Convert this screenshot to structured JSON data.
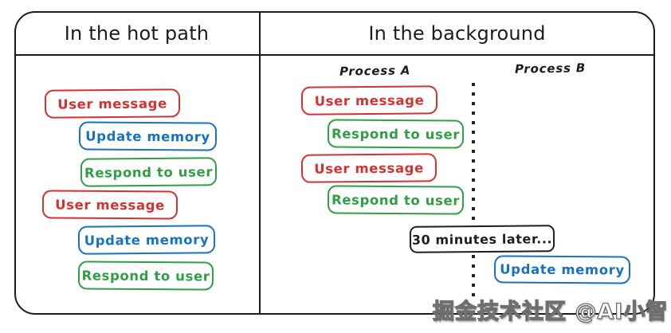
{
  "colors": {
    "red": "#d23230",
    "blue": "#1971c2",
    "green": "#2f9e44",
    "black": "#1e1e1e",
    "frame": "#1c1c1c"
  },
  "hot_path": {
    "title": "In the hot path",
    "boxes": [
      {
        "label": "User message",
        "color": "red"
      },
      {
        "label": "Update memory",
        "color": "blue"
      },
      {
        "label": "Respond to user",
        "color": "green"
      },
      {
        "label": "User message",
        "color": "red"
      },
      {
        "label": "Update memory",
        "color": "blue"
      },
      {
        "label": "Respond to user",
        "color": "green"
      }
    ]
  },
  "background": {
    "title": "In the background",
    "process_a_label": "Process A",
    "process_b_label": "Process B",
    "process_a_boxes": [
      {
        "label": "User message",
        "color": "red"
      },
      {
        "label": "Respond to user",
        "color": "green"
      },
      {
        "label": "User message",
        "color": "red"
      },
      {
        "label": "Respond to user",
        "color": "green"
      }
    ],
    "time_note": {
      "label": "30 minutes later...",
      "color": "black"
    },
    "process_b_boxes": [
      {
        "label": "Update memory",
        "color": "blue"
      }
    ]
  },
  "watermark": "掘金技术社区 @AI小智"
}
